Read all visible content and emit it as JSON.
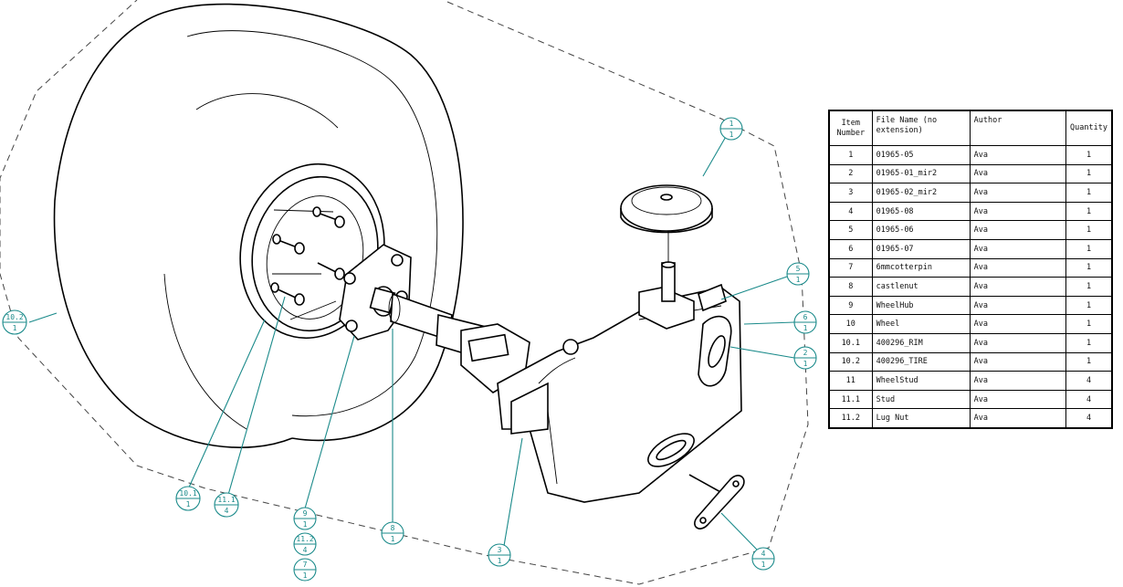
{
  "bom": {
    "headers": {
      "item": "Item Number",
      "file": "File Name (no extension)",
      "author": "Author",
      "qty": "Quantity"
    },
    "rows": [
      {
        "item": "1",
        "file": "01965-05",
        "author": "Ava",
        "qty": "1"
      },
      {
        "item": "2",
        "file": "01965-01_mir2",
        "author": "Ava",
        "qty": "1"
      },
      {
        "item": "3",
        "file": "01965-02_mir2",
        "author": "Ava",
        "qty": "1"
      },
      {
        "item": "4",
        "file": "01965-08",
        "author": "Ava",
        "qty": "1"
      },
      {
        "item": "5",
        "file": "01965-06",
        "author": "Ava",
        "qty": "1"
      },
      {
        "item": "6",
        "file": "01965-07",
        "author": "Ava",
        "qty": "1"
      },
      {
        "item": "7",
        "file": "6mmcotterpin",
        "author": "Ava",
        "qty": "1"
      },
      {
        "item": "8",
        "file": "castlenut",
        "author": "Ava",
        "qty": "1"
      },
      {
        "item": "9",
        "file": "WheelHub",
        "author": "Ava",
        "qty": "1"
      },
      {
        "item": "10",
        "file": "Wheel",
        "author": "Ava",
        "qty": "1"
      },
      {
        "item": "10.1",
        "file": "400296_RIM",
        "author": "Ava",
        "qty": "1"
      },
      {
        "item": "10.2",
        "file": "400296_TIRE",
        "author": "Ava",
        "qty": "1"
      },
      {
        "item": "11",
        "file": "WheelStud",
        "author": "Ava",
        "qty": "4"
      },
      {
        "item": "11.1",
        "file": "Stud",
        "author": "Ava",
        "qty": "4"
      },
      {
        "item": "11.2",
        "file": "Lug Nut",
        "author": "Ava",
        "qty": "4"
      }
    ]
  },
  "balloons": [
    {
      "id": "b1",
      "top": "1",
      "bottom": "1"
    },
    {
      "id": "b5",
      "top": "5",
      "bottom": "1"
    },
    {
      "id": "b6",
      "top": "6",
      "bottom": "1"
    },
    {
      "id": "b2",
      "top": "2",
      "bottom": "1"
    },
    {
      "id": "b10-2",
      "top": "10.2",
      "bottom": "1"
    },
    {
      "id": "b10-1",
      "top": "10.1",
      "bottom": "1"
    },
    {
      "id": "b11-1",
      "top": "11.1",
      "bottom": "4"
    },
    {
      "id": "b9",
      "top": "9",
      "bottom": "1"
    },
    {
      "id": "b11-2",
      "top": "11.2",
      "bottom": "4"
    },
    {
      "id": "b7",
      "top": "7",
      "bottom": "1"
    },
    {
      "id": "b8",
      "top": "8",
      "bottom": "1"
    },
    {
      "id": "b3",
      "top": "3",
      "bottom": "1"
    },
    {
      "id": "b4",
      "top": "4",
      "bottom": "1"
    }
  ],
  "colors": {
    "line": "#000000",
    "balloon": "#1a8a8a",
    "background": "#ffffff"
  }
}
